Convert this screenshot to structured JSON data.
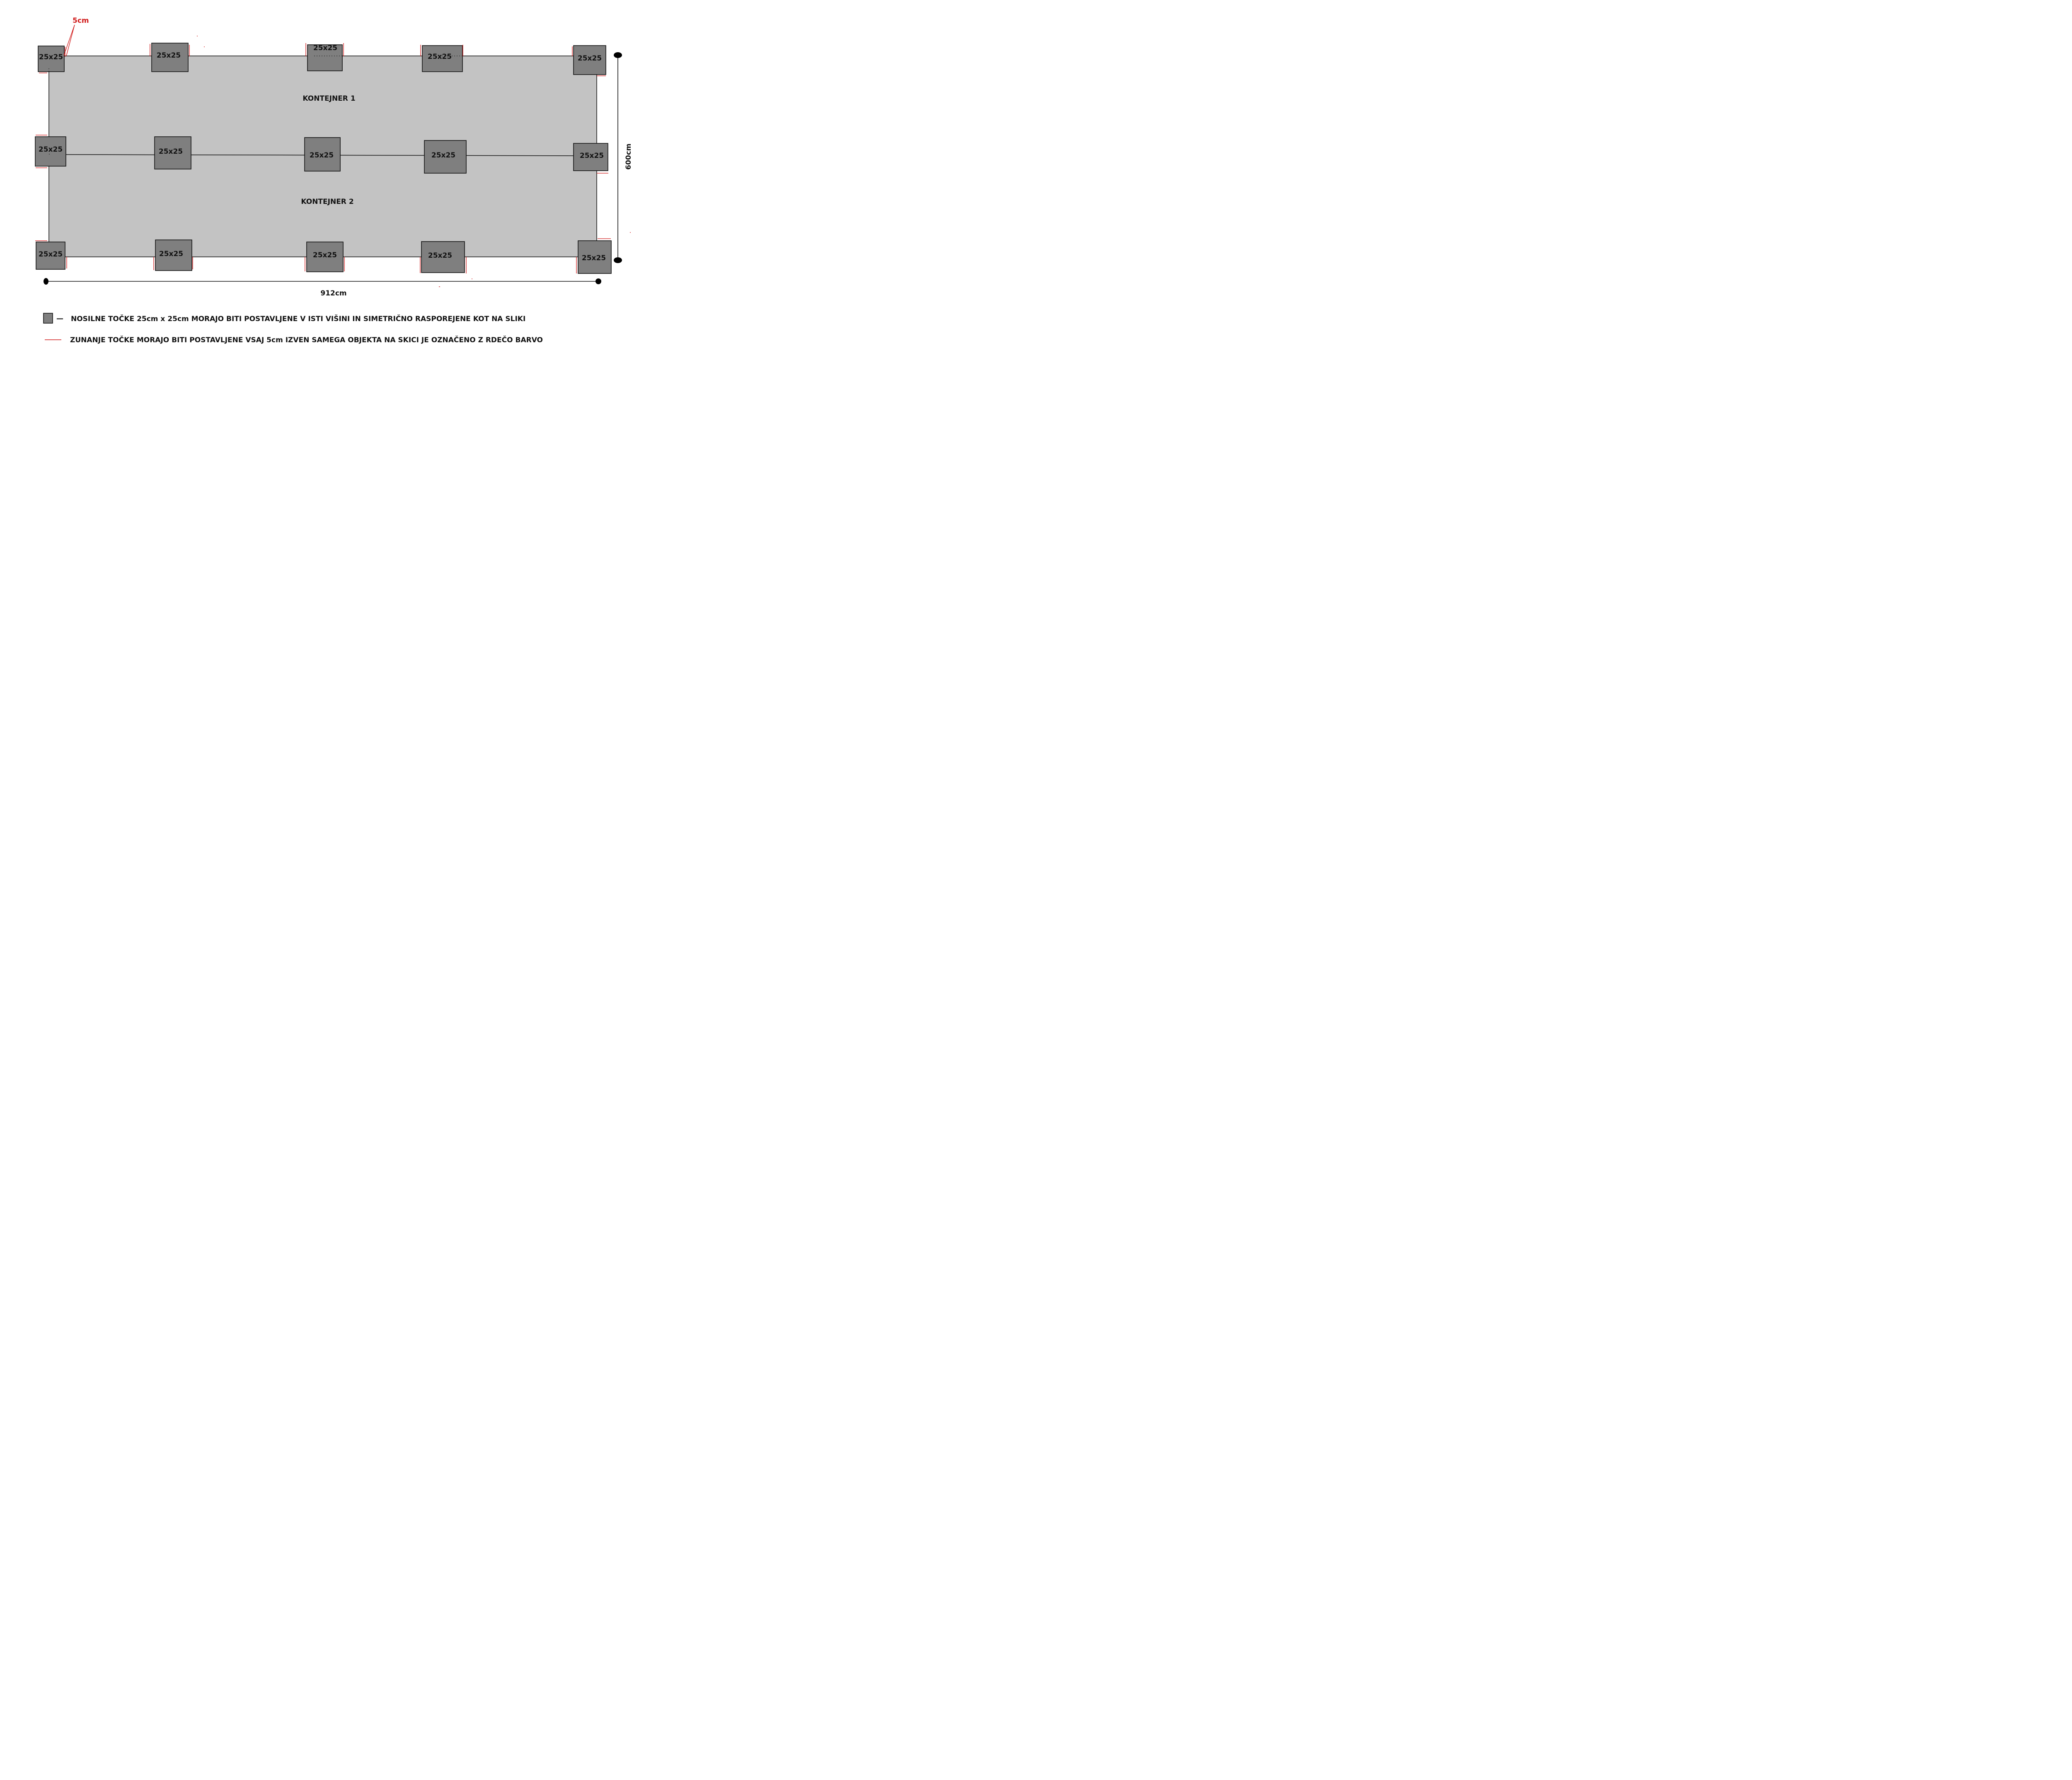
{
  "colors": {
    "container_fill": "#c3c3c3",
    "pad_fill": "#7f7f7f",
    "outline": "#111111",
    "marker_red": "#d01818"
  },
  "offset_label": "5cm",
  "containers": [
    {
      "label": "KONTEJNER 1"
    },
    {
      "label": "KONTEJNER 2"
    }
  ],
  "pads": [
    "25x25",
    "25x25",
    "25x25",
    "25x25",
    "25x25",
    "25x25",
    "25x25",
    "25x25",
    "25x25",
    "25x25",
    "25x25",
    "25x25",
    "25x25",
    "25x25",
    "25x25"
  ],
  "dimensions": {
    "width_label": "912cm",
    "height_label": "600cm"
  },
  "legend": {
    "pad_dash": "—",
    "pad_text": "NOSILNE TOČKE 25cm x 25cm MORAJO BITI POSTAVLJENE V ISTI VIŠINI IN SIMETRIČNO RASPOREJENE KOT NA SLIKI",
    "red_text": "ZUNANJE TOČKE MORAJO BITI POSTAVLJENE VSAJ 5cm IZVEN SAMEGA OBJEKTA NA SKICI JE OZNAČENO Z RDEČO BARVO"
  }
}
